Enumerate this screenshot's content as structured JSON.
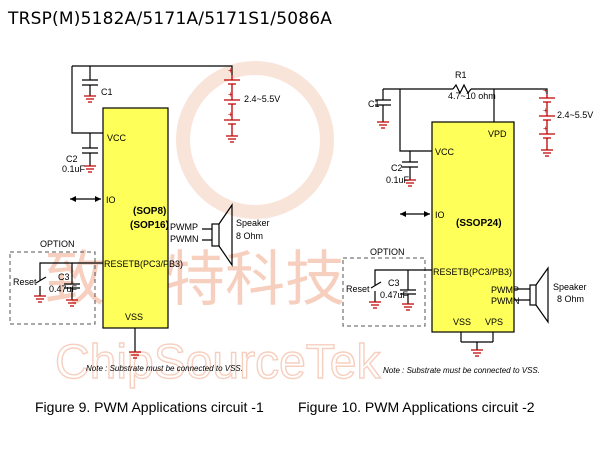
{
  "header": {
    "title": "TRSP(M)5182A/5171A/5171S1/5086A"
  },
  "watermark": {
    "cn": "致源特科技",
    "en": "ChipSourceTek",
    "color": "#f0a98c"
  },
  "fig9": {
    "c1": "C1",
    "battery": "2.4~5.5V",
    "c2": "C2",
    "c2_val": "0.1uF",
    "vcc": "VCC",
    "io": "IO",
    "sop8": "(SOP8)",
    "sop16": "(SOP16)",
    "pwmp": "PWMP",
    "pwmn": "PWMN",
    "speaker": "Speaker",
    "ohm": "8 Ohm",
    "option": "OPTION",
    "reset": "Reset",
    "c3": "C3",
    "c3_val": "0.47uF",
    "resetb": "RESETB(PC3/PB3)",
    "vss": "VSS",
    "note": "Note : Substrate must be connected to VSS.",
    "caption": "Figure 9.  PWM Applications circuit -1"
  },
  "fig10": {
    "r1": "R1",
    "r1_val": "4.7~10 ohm",
    "c1": "C1",
    "battery": "2.4~5.5V",
    "vpd": "VPD",
    "c2": "C2",
    "c2_val": "0.1uF",
    "vcc": "VCC",
    "io": "IO",
    "pkg": "(SSOP24)",
    "option": "OPTION",
    "reset": "Reset",
    "c3": "C3",
    "c3_val": "0.47uF",
    "resetb": "RESETB(PC3/PB3)",
    "pwmp": "PWMP",
    "pwmn": "PWMN",
    "speaker": "Speaker",
    "ohm": "8 Ohm",
    "vss": "VSS",
    "vps": "VPS",
    "note": "Note : Substrate must be connected to VSS.",
    "caption": "Figure 10.  PWM Applications circuit -2"
  }
}
